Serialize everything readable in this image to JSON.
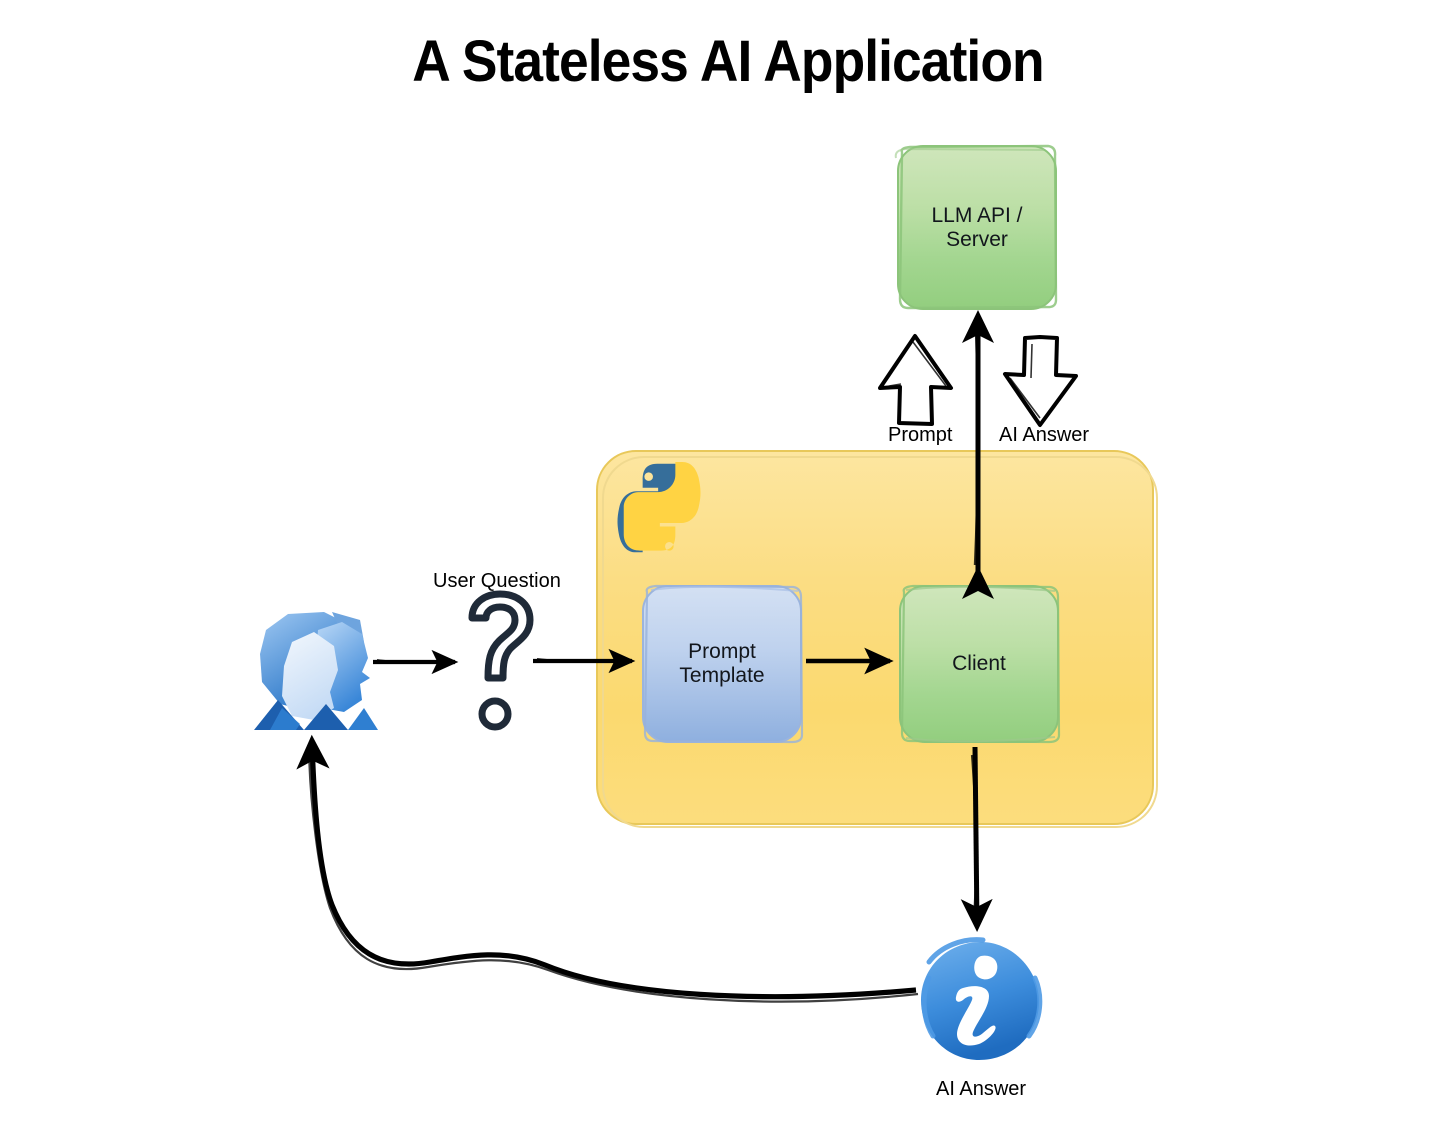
{
  "page": {
    "title": "A Stateless AI Application",
    "background": "#ffffff"
  },
  "colors": {
    "green_box_top": "#cfe6bb",
    "green_box_bottom": "#93ce7f",
    "green_border": "#8cc47a",
    "blue_box_top": "#d3e0f3",
    "blue_box_bottom": "#8fb0df",
    "blue_border": "#9bb4dd",
    "container_yellow": "#fbd96f",
    "container_border": "#e8c85a",
    "arrow_black": "#000000",
    "question_mark": "#1f2a38",
    "python_blue": "#366e9a",
    "python_yellow": "#ffd343",
    "info_blue": "#3d8ddc",
    "users_blue": "#2f7fd1"
  },
  "nodes": {
    "llm_server": {
      "label": "LLM API / Server",
      "kind": "green-box"
    },
    "prompt_template": {
      "label": "Prompt Template",
      "kind": "blue-box"
    },
    "client": {
      "label": "Client",
      "kind": "green-box"
    },
    "python_container": {
      "icon": "python-logo-icon"
    },
    "users": {
      "icon": "users-group-icon"
    },
    "question_mark": {
      "icon": "question-mark-icon"
    },
    "ai_answer_badge": {
      "icon": "info-circle-icon",
      "label": "AI Answer"
    }
  },
  "labels": {
    "user_question": "User Question",
    "prompt": "Prompt",
    "ai_answer_top": "AI Answer",
    "ai_answer_bottom": "AI Answer"
  },
  "flows": [
    {
      "name": "users-to-question",
      "from": "users",
      "to": "question_mark",
      "label": ""
    },
    {
      "name": "question-to-prompt-template",
      "from": "question_mark",
      "to": "prompt_template",
      "label": "User Question"
    },
    {
      "name": "prompt-template-to-client",
      "from": "prompt_template",
      "to": "client",
      "label": ""
    },
    {
      "name": "client-to-llm",
      "from": "client",
      "to": "llm_server",
      "label": "Prompt"
    },
    {
      "name": "llm-to-client",
      "from": "llm_server",
      "to": "client",
      "label": "AI Answer"
    },
    {
      "name": "client-to-answer",
      "from": "client",
      "to": "ai_answer_badge",
      "label": ""
    },
    {
      "name": "answer-back-to-users",
      "from": "ai_answer_badge",
      "to": "users",
      "label": ""
    }
  ]
}
